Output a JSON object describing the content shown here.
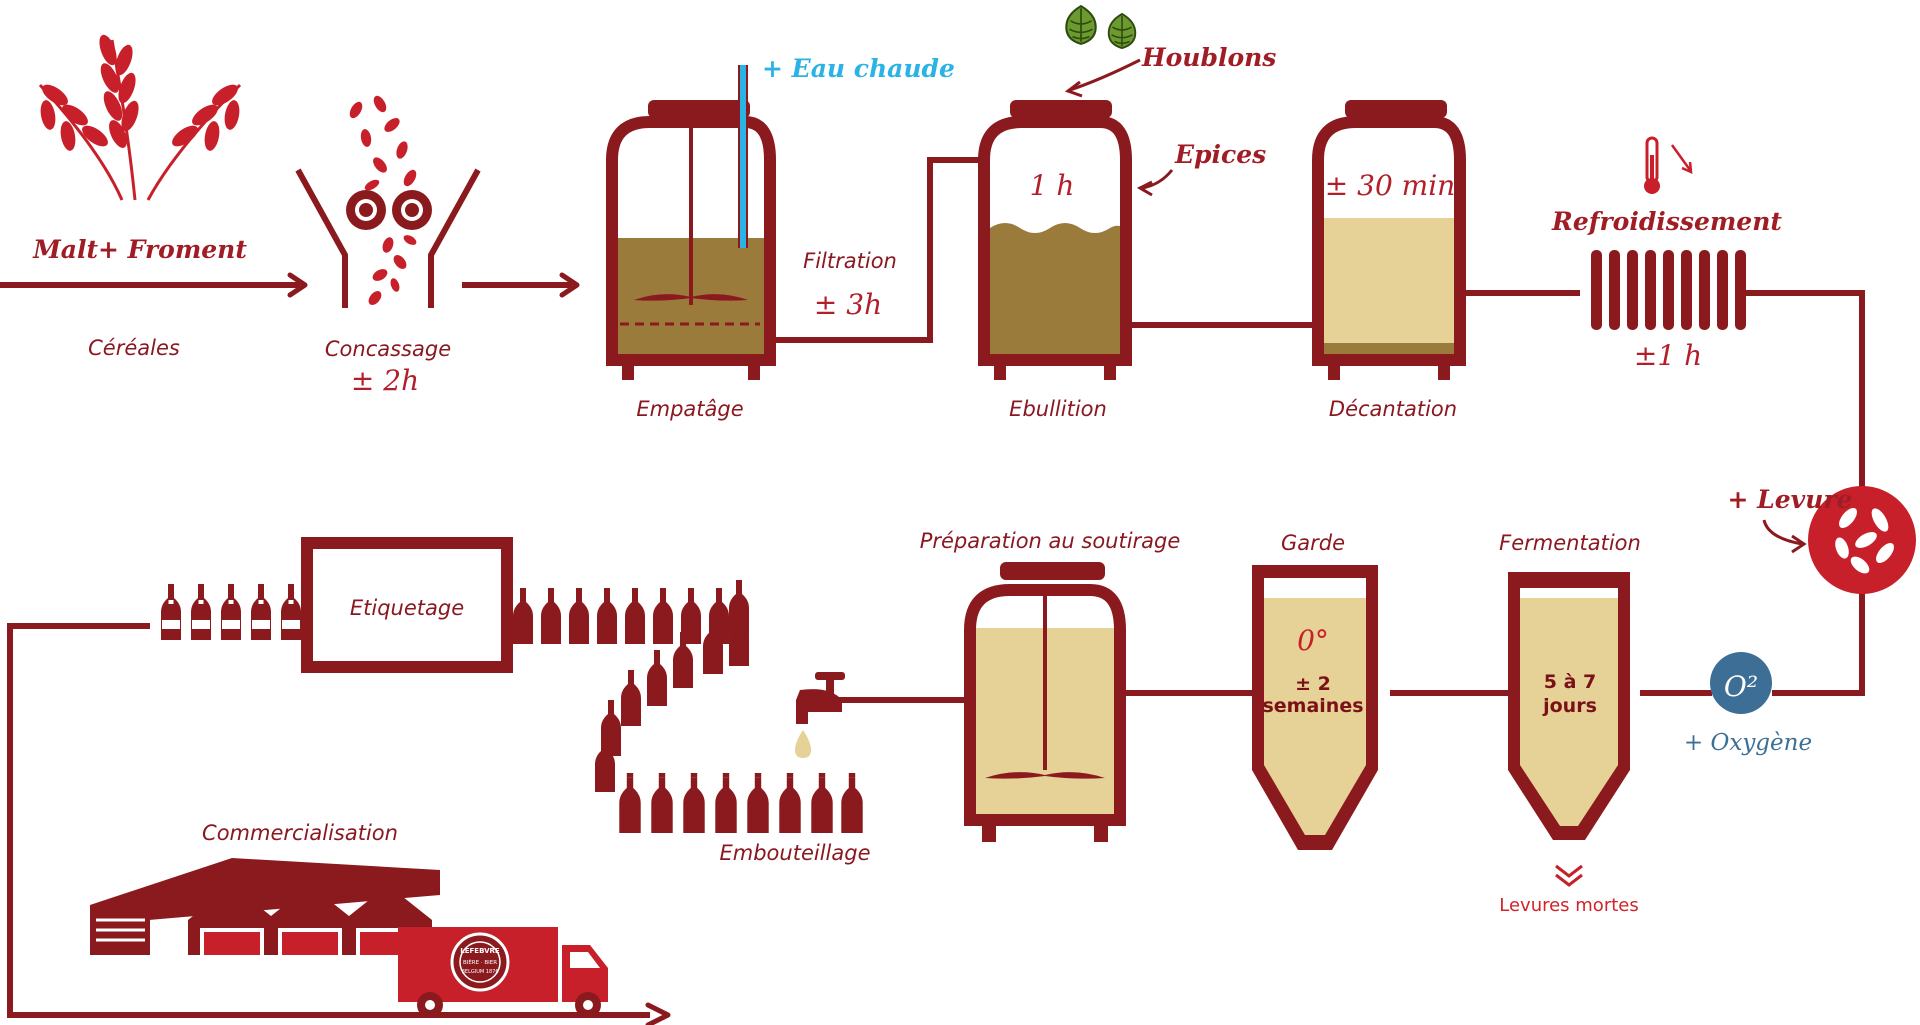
{
  "colors": {
    "maroon": "#8b1a1f",
    "red": "#c8202a",
    "wort_dark": "#9a7b3c",
    "wort_light": "#e6d197",
    "water_blue": "#2bb3e6",
    "oxygen_blue": "#3d6f96",
    "hop_green": "#5f8a2a"
  },
  "icons": [
    "wheat-icon",
    "grain-mill-icon",
    "hops-icon",
    "thermometer-icon",
    "yeast-icon",
    "tap-icon",
    "bottle-icon",
    "warehouse-icon",
    "truck-icon"
  ],
  "labels": {
    "malt": "Malt+ Froment",
    "cereales": "Céréales",
    "concassage": "Concassage",
    "concassage_dur": "± 2h",
    "eau": "+ Eau chaude",
    "empatage": "Empatâge",
    "filtration": "Filtration",
    "filtration_dur": "± 3h",
    "houblons": "Houblons",
    "epices": "Epices",
    "ebullition": "Ebullition",
    "ebullition_dur": "1 h",
    "decantation": "Décantation",
    "decantation_dur": "± 30 min",
    "refroidissement": "Refroidissement",
    "refroidissement_dur": "±1 h",
    "levure": "+ Levure",
    "oxygene": "+ Oxygène",
    "o2": "O²",
    "fermentation": "Fermentation",
    "fermentation_l1": "5 à 7",
    "fermentation_l2": "jours",
    "levures_mortes": "Levures mortes",
    "garde": "Garde",
    "garde_temp": "0°",
    "garde_l1": "± 2",
    "garde_l2": "semaines",
    "soutirage": "Préparation au soutirage",
    "embouteillage": "Embouteillage",
    "etiquetage": "Etiquetage",
    "commercialisation": "Commercialisation",
    "truck_badge_l1": "LEFEBVRE",
    "truck_badge_l2": "BIÈRE · BIER",
    "truck_badge_l3": "BELGIUM 1876"
  }
}
